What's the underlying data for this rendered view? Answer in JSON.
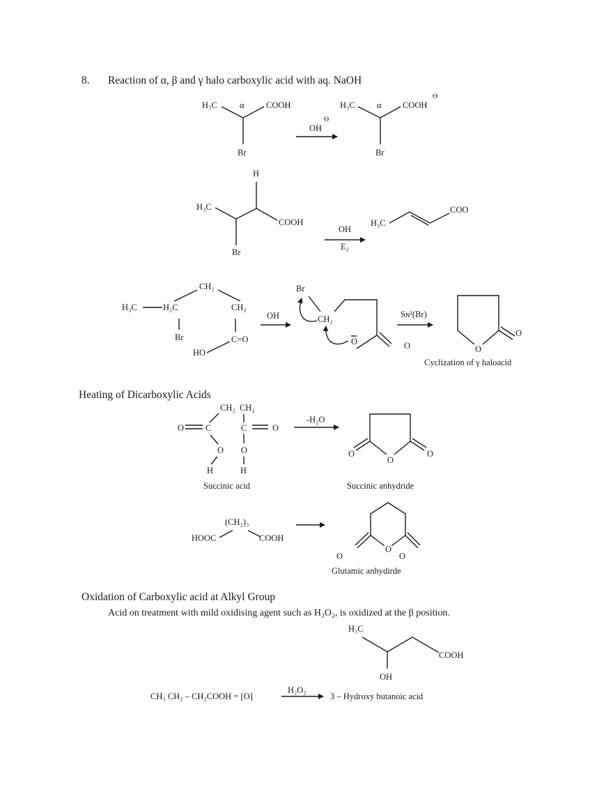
{
  "section8": {
    "number": "8.",
    "title": "Reaction of α, β and γ halo carboxylic acid with aq. NaOH",
    "alpha_reaction": {
      "reactant": {
        "left": "H₃C",
        "label": "α",
        "right": "COOH",
        "sub": "Br"
      },
      "reagent": "OH",
      "reagent_charge": "ϴ",
      "product": {
        "left": "H₃C",
        "label": "α",
        "right": "COOH",
        "charge": "ϴ",
        "sub": "Br"
      }
    },
    "beta_reaction": {
      "reactant": {
        "top": "H",
        "left": "H₃C",
        "right": "COOH",
        "sub": "Br"
      },
      "reagent_top": "OH",
      "reagent_bottom": "E₂",
      "product": {
        "left": "H₃C",
        "right": "COO"
      }
    },
    "gamma_reaction": {
      "reactant": {
        "left": "H₃C",
        "c1": "H₂C",
        "top": "CH₂",
        "c3": "CH₂",
        "sub": "Br",
        "carbonyl": "C=O",
        "hydroxyl": "HO"
      },
      "reagent": "OH",
      "intermediate": {
        "leaving": "Br",
        "carbon": "CH₂",
        "oxide": "O",
        "oxygen": "O"
      },
      "step2": "Sɴ²(Br)",
      "product_oxygen": "O",
      "product_ring_oxygen": "O",
      "caption": "Cyclization of γ haloacid"
    }
  },
  "dicarboxylic": {
    "heading": "Heating of Dicarboxylic Acids",
    "succinic": {
      "ch2_pair": "CH₂  CH₂",
      "o_left": "O",
      "c_left": "C",
      "c_right": "C",
      "o_right": "O",
      "oh_o_left": "O",
      "oh_o_right": "O",
      "h_left": "H",
      "h_right": "H",
      "label": "Succinic acid",
      "reagent": "-H₂O",
      "product_o_left": "O",
      "product_o_ring": "O",
      "product_o_right": "O",
      "product_label": "Succinic anhydride"
    },
    "glutaric": {
      "chain": "(CH₂)₃",
      "left": "HOOC",
      "right": "COOH",
      "product_o_left": "O",
      "product_o_ring": "O",
      "product_o_right": "O",
      "product_label": "Glutamic anhydirde"
    }
  },
  "oxidation": {
    "heading": "Oxidation of Carboxylic acid at Alkyl Group",
    "paragraph": "Acid on treatment with mild oxidising agent such as H₂O₂, is oxidized at the β position.",
    "structure": {
      "top": "H₃C",
      "right": "COOH",
      "sub": "OH"
    },
    "equation_left": "CH₃ CH₂ – CH₂COOH = [O]",
    "reagent": "H₂O₂",
    "product": "3 – Hydroxy butanoic acid"
  }
}
